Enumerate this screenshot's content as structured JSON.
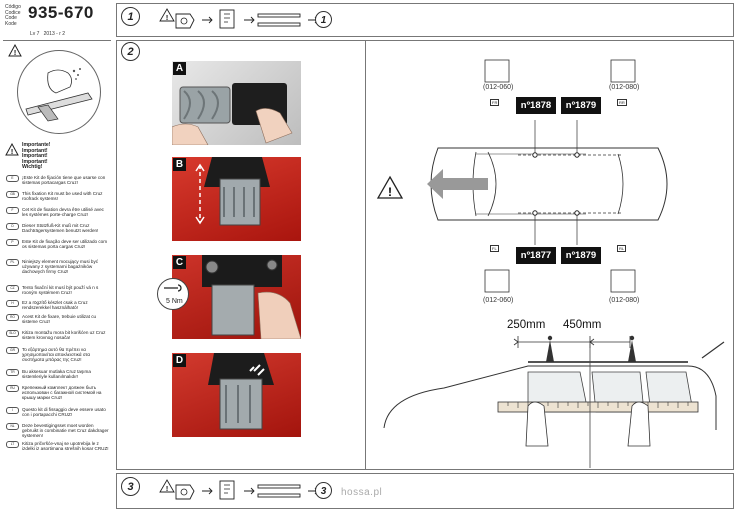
{
  "header": {
    "code_labels": [
      "Código",
      "Codice",
      "Code",
      "Kode"
    ],
    "reference": "935-670",
    "version": "Lv 7",
    "date": "2013 - r 2"
  },
  "steps": {
    "step1": "1",
    "step1_result": "1",
    "step2": "2",
    "step3": "3",
    "step3_result": "3"
  },
  "warnings": {
    "important_lines": [
      "Importante!",
      "Important!",
      "Important!",
      "Important!",
      "Wichtig!"
    ],
    "languages": [
      {
        "code": "E",
        "text": "¡Este Kit de fijación tiene que usarse con sistemas portacargas Cruz!"
      },
      {
        "code": "GB",
        "text": "This fixation Kit must be used with Cruz roofrack systems!"
      },
      {
        "code": "F",
        "text": "Cet Kit de fixation devra être utilisé avec les systèmes porte-charge Cruz!"
      },
      {
        "code": "D",
        "text": "Dieser Stützfuß-Kit muß mit Cruz Dachträgersystemen benutzt werden!"
      },
      {
        "code": "P",
        "text": "Este Kit de fixação deve ser utilizado com os sistemas porta cargas Cruz!"
      },
      {
        "code": "PL",
        "text": "Niniejszy element mocujący musi być używany z systemami bagażników dachowych firmy Cruz!"
      },
      {
        "code": "CZ",
        "text": "Tento fixační kit musí být použí vá n s rooným systémem Cruz!"
      },
      {
        "code": "H",
        "text": "Ez a rögzítő készlet csak a Cruz rendszerekkel használható!"
      },
      {
        "code": "RO",
        "text": "Acest Kit de fixare, trebuie utilizat cu sisteme Cruz!"
      },
      {
        "code": "SLO",
        "text": "Kitiza montažu mora bit korišćen uz Cruz sistem krovnog nosača!"
      },
      {
        "code": "GR",
        "text": "Το εξάρτημα αυτό θα πρέπει να χρησιμοποιείται αποκλειστικά στα συστήματα μπάρας της Cruz!"
      },
      {
        "code": "TR",
        "text": "Bu aksesuar mutlaka Cruz taşıma sistemleriyle kullanılmalıdır!"
      },
      {
        "code": "RU",
        "text": "Крепежный комплект должен быть использован с багажной системой на крышу марки Cruz!"
      },
      {
        "code": "I",
        "text": "Questo kit di fissaggio deve essere usato con i portapacchi CRUZ!"
      },
      {
        "code": "NL",
        "text": "Deze bevestigingsset moet worden gebruikt in combinatie met Cruz dakdrager systemen!"
      },
      {
        "code": "LT",
        "text": "Kitiza pričvršće-vnaj se upotrebija le z izdelki iz asortimana strešnih kosar CRUZ!"
      }
    ]
  },
  "photos": {
    "a": "A",
    "b": "B",
    "c": "C",
    "d": "D"
  },
  "torque": "5 Nm",
  "diagram": {
    "front_left_part": "(012-060)",
    "front_right_part": "(012-080)",
    "rear_left_part": "(012-060)",
    "rear_right_part": "(012-080)",
    "badge_fr": "nº1878",
    "badge_rr": "nº1879",
    "badge_fl": "nº1877",
    "badge_rl": "nº1879",
    "tag_fr": "FR",
    "tag_rr": "RR",
    "tag_fl": "FL",
    "tag_rl": "RL"
  },
  "measure": {
    "front": "250mm",
    "rear": "450mm"
  },
  "watermark": "hossa.pl"
}
